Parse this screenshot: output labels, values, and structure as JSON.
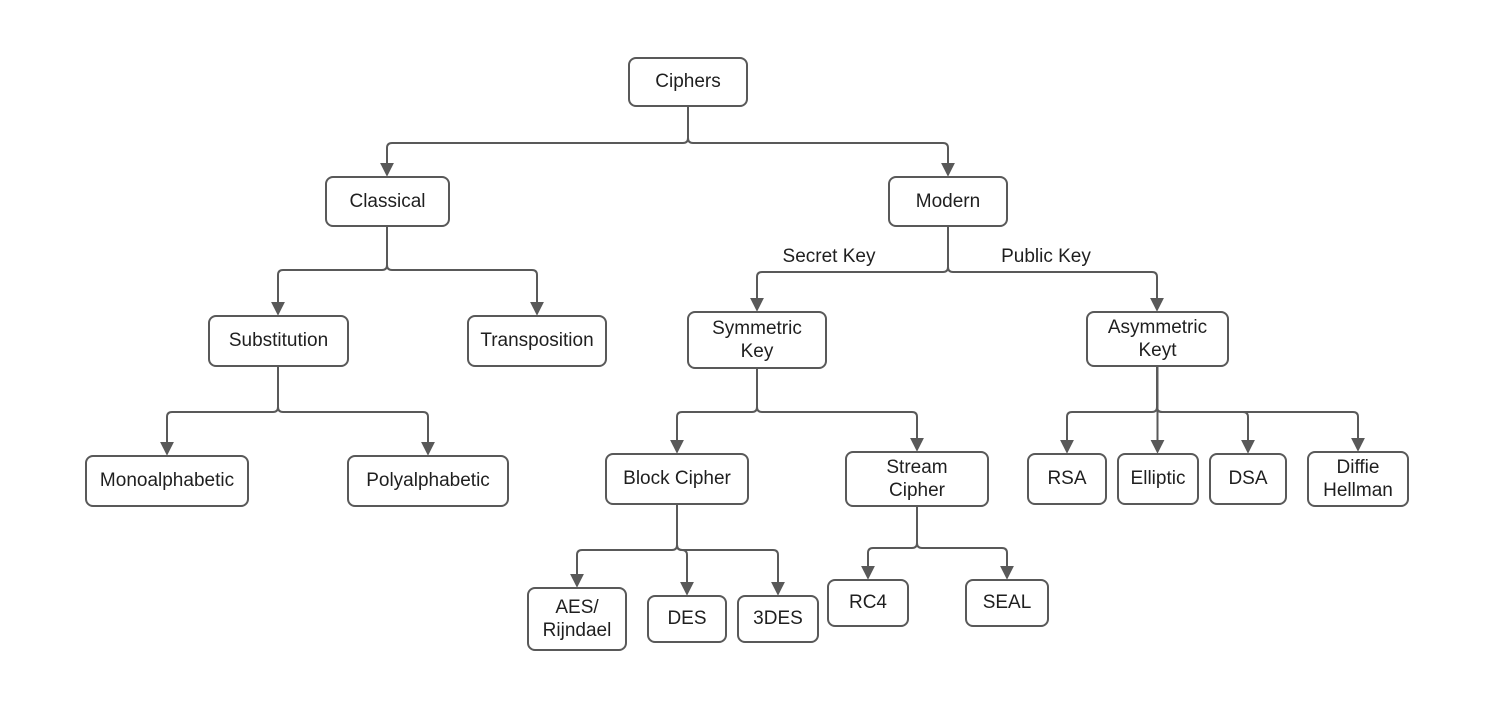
{
  "diagram": {
    "title": "Ciphers classification tree",
    "colors": {
      "background": "#ffffff",
      "line": "#595959",
      "box_border": "#595959",
      "text": "#1f1f1f"
    },
    "nodes": {
      "ciphers": {
        "label": "Ciphers"
      },
      "classical": {
        "label": "Classical"
      },
      "modern": {
        "label": "Modern"
      },
      "substitution": {
        "label": "Substitution"
      },
      "transposition": {
        "label": "Transposition"
      },
      "symmetric_key": {
        "label": "Symmetric\nKey"
      },
      "asymmetric_key": {
        "label": "Asymmetric\nKeyt"
      },
      "monoalphabetic": {
        "label": "Monoalphabetic"
      },
      "polyalphabetic": {
        "label": "Polyalphabetic"
      },
      "block_cipher": {
        "label": "Block Cipher"
      },
      "stream_cipher": {
        "label": "Stream\nCipher"
      },
      "rsa": {
        "label": "RSA"
      },
      "elliptic": {
        "label": "Elliptic"
      },
      "dsa": {
        "label": "DSA"
      },
      "diffie_hellman": {
        "label": "Diffie\nHellman"
      },
      "aes_rijndael": {
        "label": "AES/\nRijndael"
      },
      "des": {
        "label": "DES"
      },
      "3des": {
        "label": "3DES"
      },
      "rc4": {
        "label": "RC4"
      },
      "seal": {
        "label": "SEAL"
      }
    },
    "edge_labels": {
      "secret_key": "Secret Key",
      "public_key": "Public Key"
    },
    "edges": [
      {
        "from": "Ciphers",
        "to": "Classical"
      },
      {
        "from": "Ciphers",
        "to": "Modern"
      },
      {
        "from": "Classical",
        "to": "Substitution"
      },
      {
        "from": "Classical",
        "to": "Transposition"
      },
      {
        "from": "Substitution",
        "to": "Monoalphabetic"
      },
      {
        "from": "Substitution",
        "to": "Polyalphabetic"
      },
      {
        "from": "Modern",
        "to": "Symmetric Key",
        "label": "Secret Key"
      },
      {
        "from": "Modern",
        "to": "Asymmetric Keyt",
        "label": "Public Key"
      },
      {
        "from": "Symmetric Key",
        "to": "Block Cipher"
      },
      {
        "from": "Symmetric Key",
        "to": "Stream Cipher"
      },
      {
        "from": "Block Cipher",
        "to": "AES/Rijndael"
      },
      {
        "from": "Block Cipher",
        "to": "DES"
      },
      {
        "from": "Block Cipher",
        "to": "3DES"
      },
      {
        "from": "Stream Cipher",
        "to": "RC4"
      },
      {
        "from": "Stream Cipher",
        "to": "SEAL"
      },
      {
        "from": "Asymmetric Keyt",
        "to": "RSA"
      },
      {
        "from": "Asymmetric Keyt",
        "to": "Elliptic"
      },
      {
        "from": "Asymmetric Keyt",
        "to": "DSA"
      },
      {
        "from": "Asymmetric Keyt",
        "to": "Diffie Hellman"
      }
    ]
  }
}
